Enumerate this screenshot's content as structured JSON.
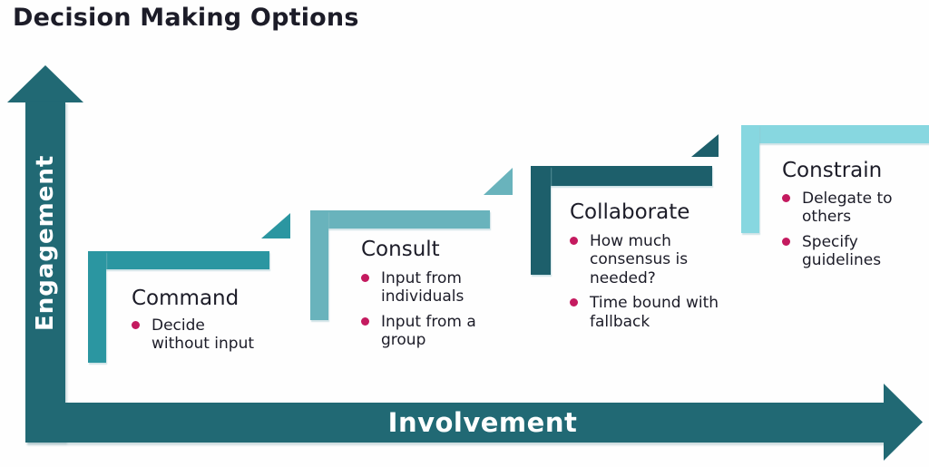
{
  "title": "Decision Making Options",
  "axes": {
    "y": {
      "label": "Engagement",
      "color": "#216974"
    },
    "x": {
      "label": "Involvement",
      "color": "#216974"
    }
  },
  "bullet_color": "#C41A5F",
  "steps": [
    {
      "name": "Command",
      "color": "#2B96A1",
      "bullets": [
        "Decide without input"
      ]
    },
    {
      "name": "Consult",
      "color": "#69B3BC",
      "bullets": [
        "Input from individuals",
        "Input from a group"
      ]
    },
    {
      "name": "Collaborate",
      "color": "#1D5F6B",
      "bullets": [
        "How much consensus is needed?",
        "Time bound with fallback"
      ]
    },
    {
      "name": "Constrain",
      "color": "#87D7E0",
      "bullets": [
        "Delegate to others",
        "Specify guidelines"
      ]
    }
  ]
}
